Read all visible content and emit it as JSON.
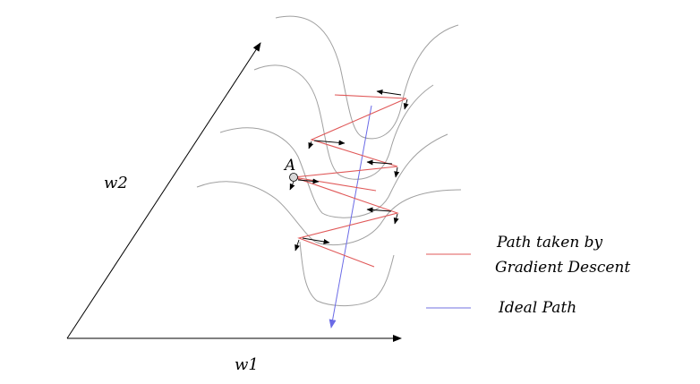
{
  "axes": {
    "x_label": "w1",
    "y_label": "w2"
  },
  "point": {
    "label": "A"
  },
  "legend": [
    {
      "label_line1": "Path taken by",
      "label_line2": "Gradient Descent",
      "color": "#e06060"
    },
    {
      "label_line1": "Ideal Path",
      "label_line2": "",
      "color": "#7070e0"
    }
  ],
  "colors": {
    "contour": "#a0a0a0",
    "gradient_path": "#e05858",
    "ideal_path": "#6a6ae6",
    "axis": "#000000",
    "vector": "#000000"
  }
}
